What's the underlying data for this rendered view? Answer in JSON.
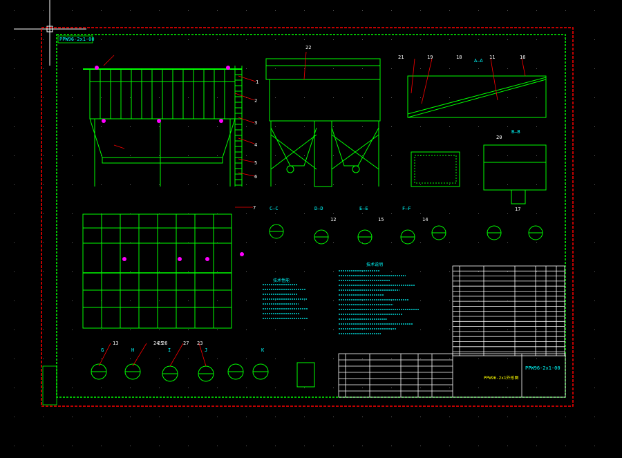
{
  "colors": {
    "background": "#000000",
    "border": "#ff0000",
    "frame": "#00ff00",
    "geometry": "#00ff00",
    "leader": "#ff0000",
    "dimension": "#ffffff",
    "text": "#00ffff",
    "accent": "#ff00ff",
    "hatch": "#ffff00"
  },
  "drawing": {
    "corner_stamp": "PPW96-2x1-00",
    "drawing_number": "PPW96-2x1-00",
    "title_block_title": "PPW96-2x1外形图"
  },
  "section_labels": [
    {
      "id": "aa",
      "text": "A—A"
    },
    {
      "id": "bb",
      "text": "B—B"
    },
    {
      "id": "cc",
      "text": "C—C"
    },
    {
      "id": "dd",
      "text": "D—D"
    },
    {
      "id": "ee",
      "text": "E—E"
    },
    {
      "id": "ff",
      "text": "F—F"
    },
    {
      "id": "g",
      "text": "G"
    },
    {
      "id": "h",
      "text": "H"
    },
    {
      "id": "i",
      "text": "I"
    },
    {
      "id": "j",
      "text": "J"
    },
    {
      "id": "k",
      "text": "K"
    }
  ],
  "balloons": [
    "1",
    "2",
    "3",
    "4",
    "5",
    "6",
    "7",
    "11",
    "12",
    "13",
    "14",
    "15",
    "16",
    "17",
    "18",
    "19",
    "20",
    "21",
    "22",
    "23",
    "24",
    "25",
    "26",
    "27"
  ],
  "notes_heading": "技术说明",
  "tech_specs_heading": "技术性能"
}
